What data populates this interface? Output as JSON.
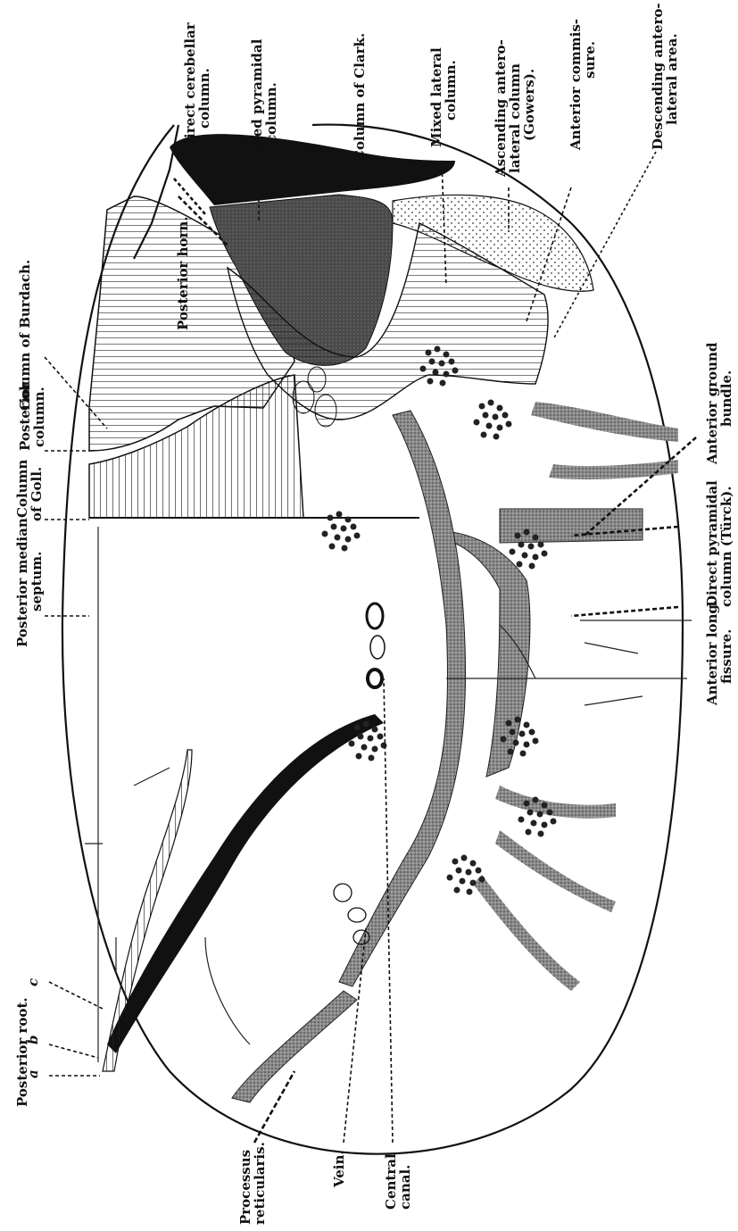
{
  "labels": {
    "direct_cerebellar": [
      "Direct cerebellar",
      "column."
    ],
    "crossed_pyramidal": [
      "Crossed pyramidal",
      "column."
    ],
    "column_clark": [
      "Column of Clark."
    ],
    "mixed_lateral": [
      "Mixed lateral",
      "column."
    ],
    "ascending_anterolateral": [
      "Ascending antero-",
      "lateral column",
      "(Gowers)."
    ],
    "anterior_commissure": [
      "Anterior commis-",
      "sure."
    ],
    "descending_anterolateral": [
      "Descending antero-",
      "lateral area."
    ],
    "posterior_horn": [
      "Posterior horn."
    ],
    "column_burdach": [
      "Column of Burdach."
    ],
    "posterior_column": [
      "Posterior",
      "column."
    ],
    "column_goll": [
      "Column",
      "of Goll."
    ],
    "posterior_median_septum": [
      "Posterior median",
      "septum."
    ],
    "posterior_root": [
      "Posterior root."
    ],
    "posterior_root_abc": [
      "a",
      "b",
      "c"
    ],
    "processus_reticularis": [
      "Processus",
      "reticularis."
    ],
    "vein": [
      "Vein."
    ],
    "central_canal": [
      "Central",
      "canal."
    ],
    "anterior_ground_bundle": [
      "Anterior ground",
      "bundle."
    ],
    "direct_pyramidal": [
      "Direct pyramidal",
      "column (Türck)."
    ],
    "anterior_long_fissure": [
      "Anterior long.",
      "fissure."
    ]
  }
}
